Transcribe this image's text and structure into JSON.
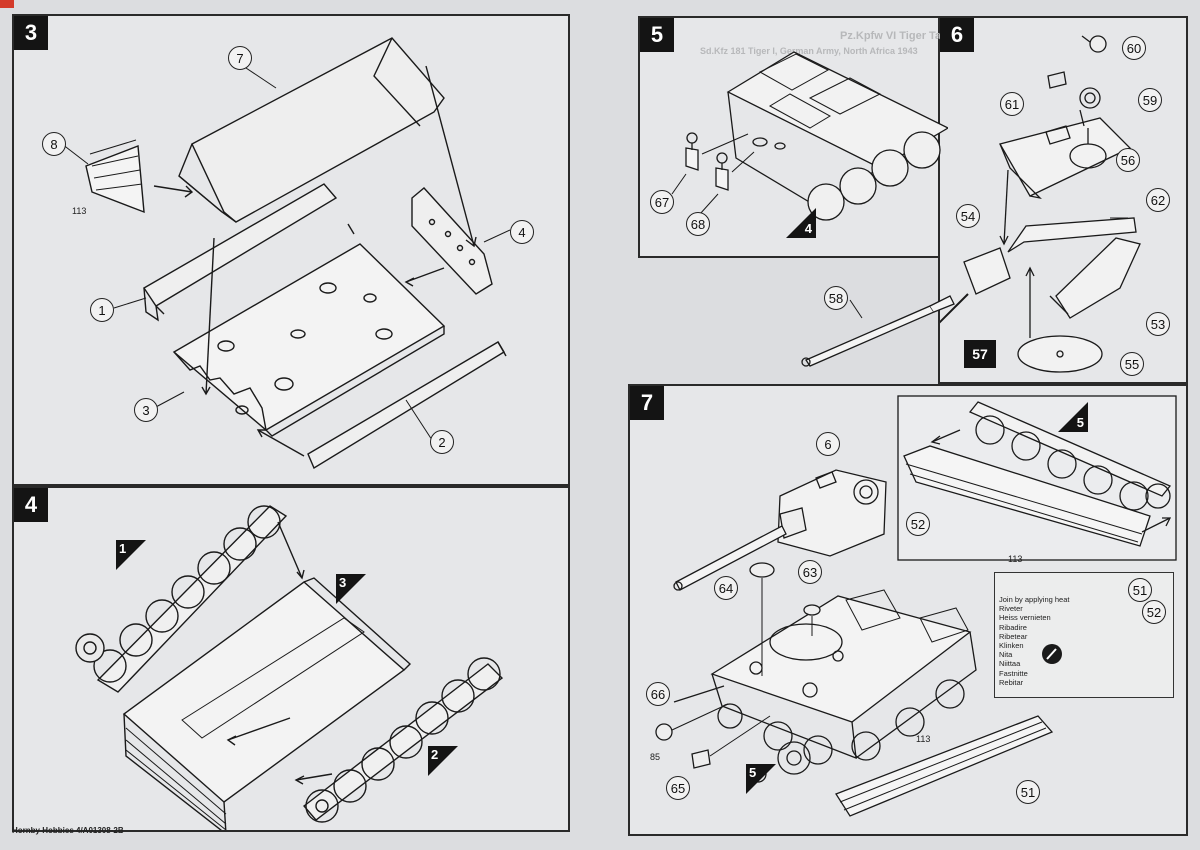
{
  "footer": "Hornby Hobbies 4/A01308-2B",
  "ghost_text": {
    "title": "Pz.Kpfw VI Tiger Tank",
    "subtitle": "Sd.Kfz 181 Tiger I, German Army, North Africa 1943"
  },
  "steps": [
    {
      "number": "3",
      "callouts": [
        "7",
        "8",
        "4",
        "1",
        "3",
        "2"
      ],
      "labels": [
        "113"
      ]
    },
    {
      "number": "4",
      "sub_assemblies": [
        "1",
        "3",
        "2"
      ]
    },
    {
      "number": "5",
      "callouts": [
        "67",
        "68"
      ],
      "sub_assemblies": [
        "4"
      ]
    },
    {
      "number": "6",
      "callouts": [
        "60",
        "61",
        "59",
        "56",
        "62",
        "54",
        "58",
        "53",
        "55"
      ],
      "boxed": "57"
    },
    {
      "number": "7",
      "callouts": [
        "6",
        "64",
        "63",
        "52",
        "51",
        "66",
        "65",
        "51"
      ],
      "sub_assemblies": [
        "5",
        "5"
      ],
      "labels": [
        "113",
        "113",
        "85"
      ]
    }
  ],
  "join_note": {
    "callouts": [
      "51",
      "52"
    ],
    "lines": [
      "Join by applying heat",
      "Riveter",
      "Heiss vernieten",
      "Ribadire",
      "Ribetear",
      "Klinken",
      "Nita",
      "Niittaa",
      "Fastnitte",
      "Rebitar"
    ]
  }
}
